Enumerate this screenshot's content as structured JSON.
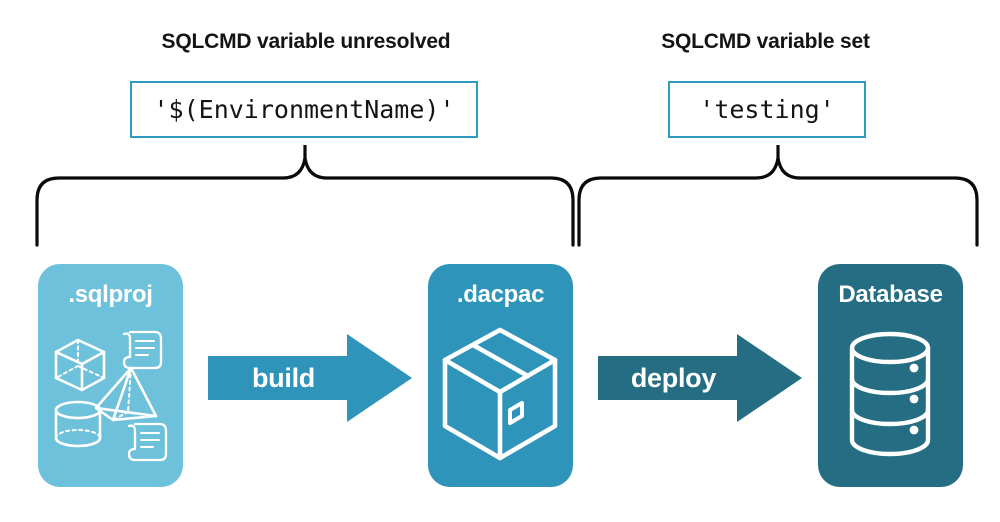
{
  "headings": {
    "left": "SQLCMD variable unresolved",
    "right": "SQLCMD variable set"
  },
  "code_boxes": {
    "left_value": "'$(EnvironmentName)'",
    "right_value": "'testing'"
  },
  "cards": [
    {
      "id": "sqlproj",
      "title": ".sqlproj",
      "color": "#6EC1DB",
      "icons": [
        "cube-wireframe-icon",
        "pyramid-wireframe-icon",
        "cylinder-wireframe-icon",
        "script-scroll-icon",
        "script-scroll-icon"
      ]
    },
    {
      "id": "dacpac",
      "title": ".dacpac",
      "color": "#2E94B9",
      "icons": [
        "package-box-icon"
      ]
    },
    {
      "id": "database",
      "title": "Database",
      "color": "#246D82",
      "icons": [
        "database-cylinder-icon"
      ]
    }
  ],
  "arrows": [
    {
      "id": "build",
      "label": "build",
      "color": "#2E94B9"
    },
    {
      "id": "deploy",
      "label": "deploy",
      "color": "#246D82"
    }
  ],
  "braces": {
    "left_label": "brace-spanning-sqlproj-to-dacpac",
    "right_label": "brace-spanning-dacpac-to-database",
    "color": "#0A0A0A"
  },
  "palette": {
    "light_teal": "#6EC1DB",
    "mid_teal": "#2E94B9",
    "dark_teal": "#246D82",
    "box_border": "#2E9BC0",
    "text_dark": "#141414",
    "background": "#FFFFFF"
  }
}
